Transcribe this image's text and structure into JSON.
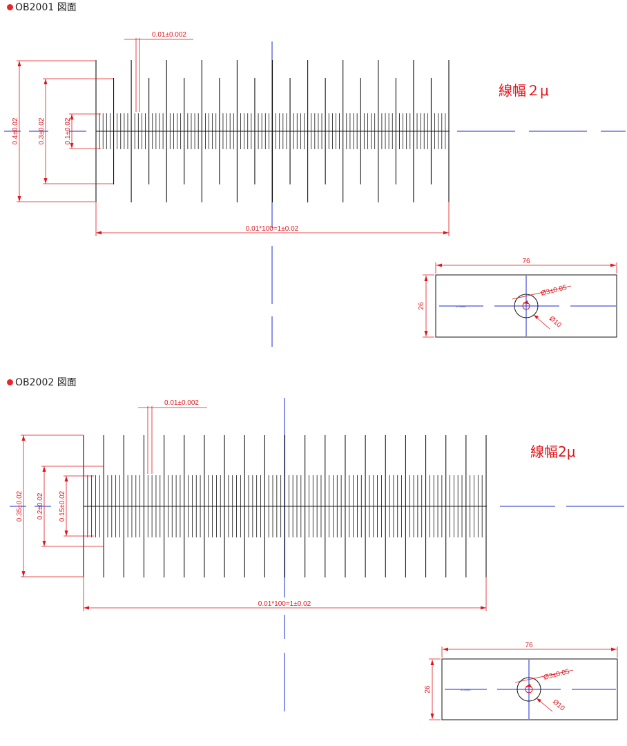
{
  "sections": [
    {
      "title": "OB2001 図面",
      "line_width_note": "線幅２μ",
      "pitch_label": "0.01±0.002",
      "total_length_label": "0.01*100=1±0.02",
      "height_labels": [
        "0.4±0.02",
        "0.3±0.02",
        "0.1±0.02"
      ],
      "slide": {
        "width_label": "76",
        "height_label": "26",
        "hole_label": "Ø3±0.05",
        "circle_label": "Ø10",
        "scale_text": "0.01mm"
      }
    },
    {
      "title": "OB2002 図面",
      "line_width_note": "線幅2μ",
      "pitch_label": "0.01±0.002",
      "total_length_label": "0.01*100=1±0.02",
      "height_labels": [
        "0.35±0.02",
        "0.2±0.02",
        "0.15±0.02"
      ],
      "slide": {
        "width_label": "76",
        "height_label": "26",
        "hole_label": "Ø3±0.05",
        "circle_label": "Ø10",
        "scale_text": "0.01mm"
      }
    }
  ],
  "colors": {
    "dimension": "#e1141a",
    "centerline": "#1a2ad0",
    "ink": "#111111",
    "bullet": "#e8262a"
  }
}
